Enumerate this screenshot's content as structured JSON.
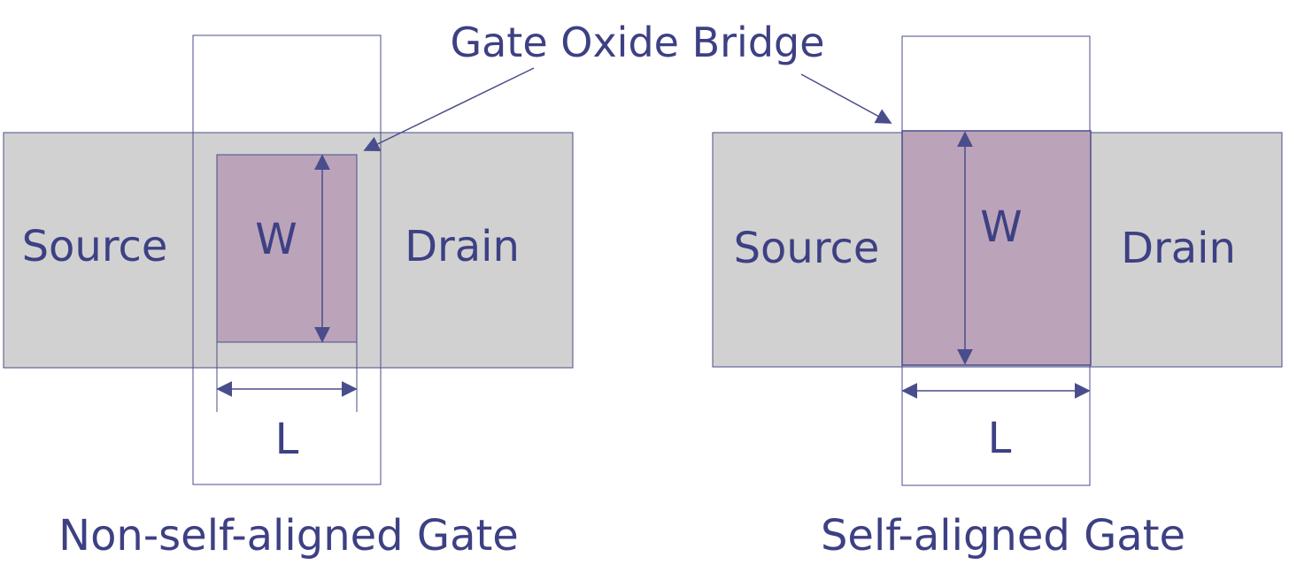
{
  "title": "Gate Oxide Bridge",
  "left": {
    "source_label": "Source",
    "drain_label": "Drain",
    "width_label": "W",
    "length_label": "L",
    "caption": "Non-self-aligned Gate"
  },
  "right": {
    "source_label": "Source",
    "drain_label": "Drain",
    "width_label": "W",
    "length_label": "L",
    "caption": "Self-aligned Gate"
  },
  "colors": {
    "text": "#3d4083",
    "line": "#4a4d8c",
    "diffusion": "#d1d1d1",
    "channel": "#bba3ba"
  }
}
